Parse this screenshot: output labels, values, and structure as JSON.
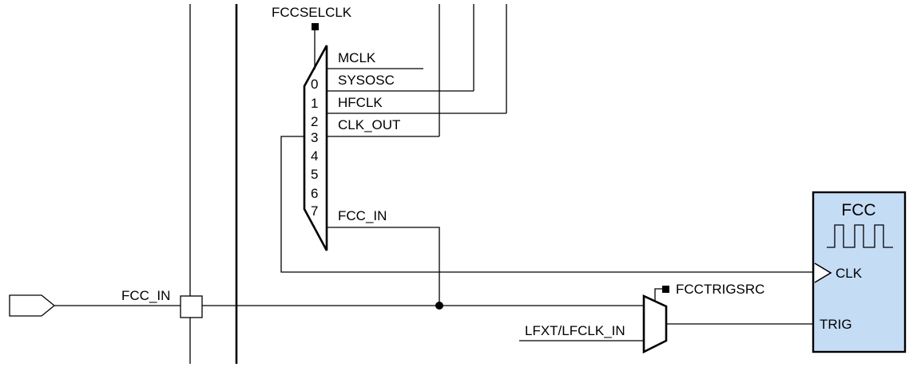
{
  "diagram": {
    "mux_main": {
      "select_label": "FCCSELCLK",
      "inputs": [
        {
          "index": "0",
          "label": "SYSOSC"
        },
        {
          "index": "1",
          "label": "HFCLK"
        },
        {
          "index": "2",
          "label": "CLK_OUT"
        },
        {
          "index": "3",
          "label": ""
        },
        {
          "index": "4",
          "label": ""
        },
        {
          "index": "5",
          "label": ""
        },
        {
          "index": "6",
          "label": ""
        },
        {
          "index": "7",
          "label": "FCC_IN"
        }
      ],
      "extra_input_label": "MCLK"
    },
    "mux_trig": {
      "select_label": "FCCTRIGSRC",
      "input_label": "LFXT/LFCLK_IN"
    },
    "fcc_block": {
      "title": "FCC",
      "clk_label": "CLK",
      "trig_label": "TRIG",
      "fill": "#c5dcf5"
    },
    "pin": {
      "label": "FCC_IN"
    }
  }
}
